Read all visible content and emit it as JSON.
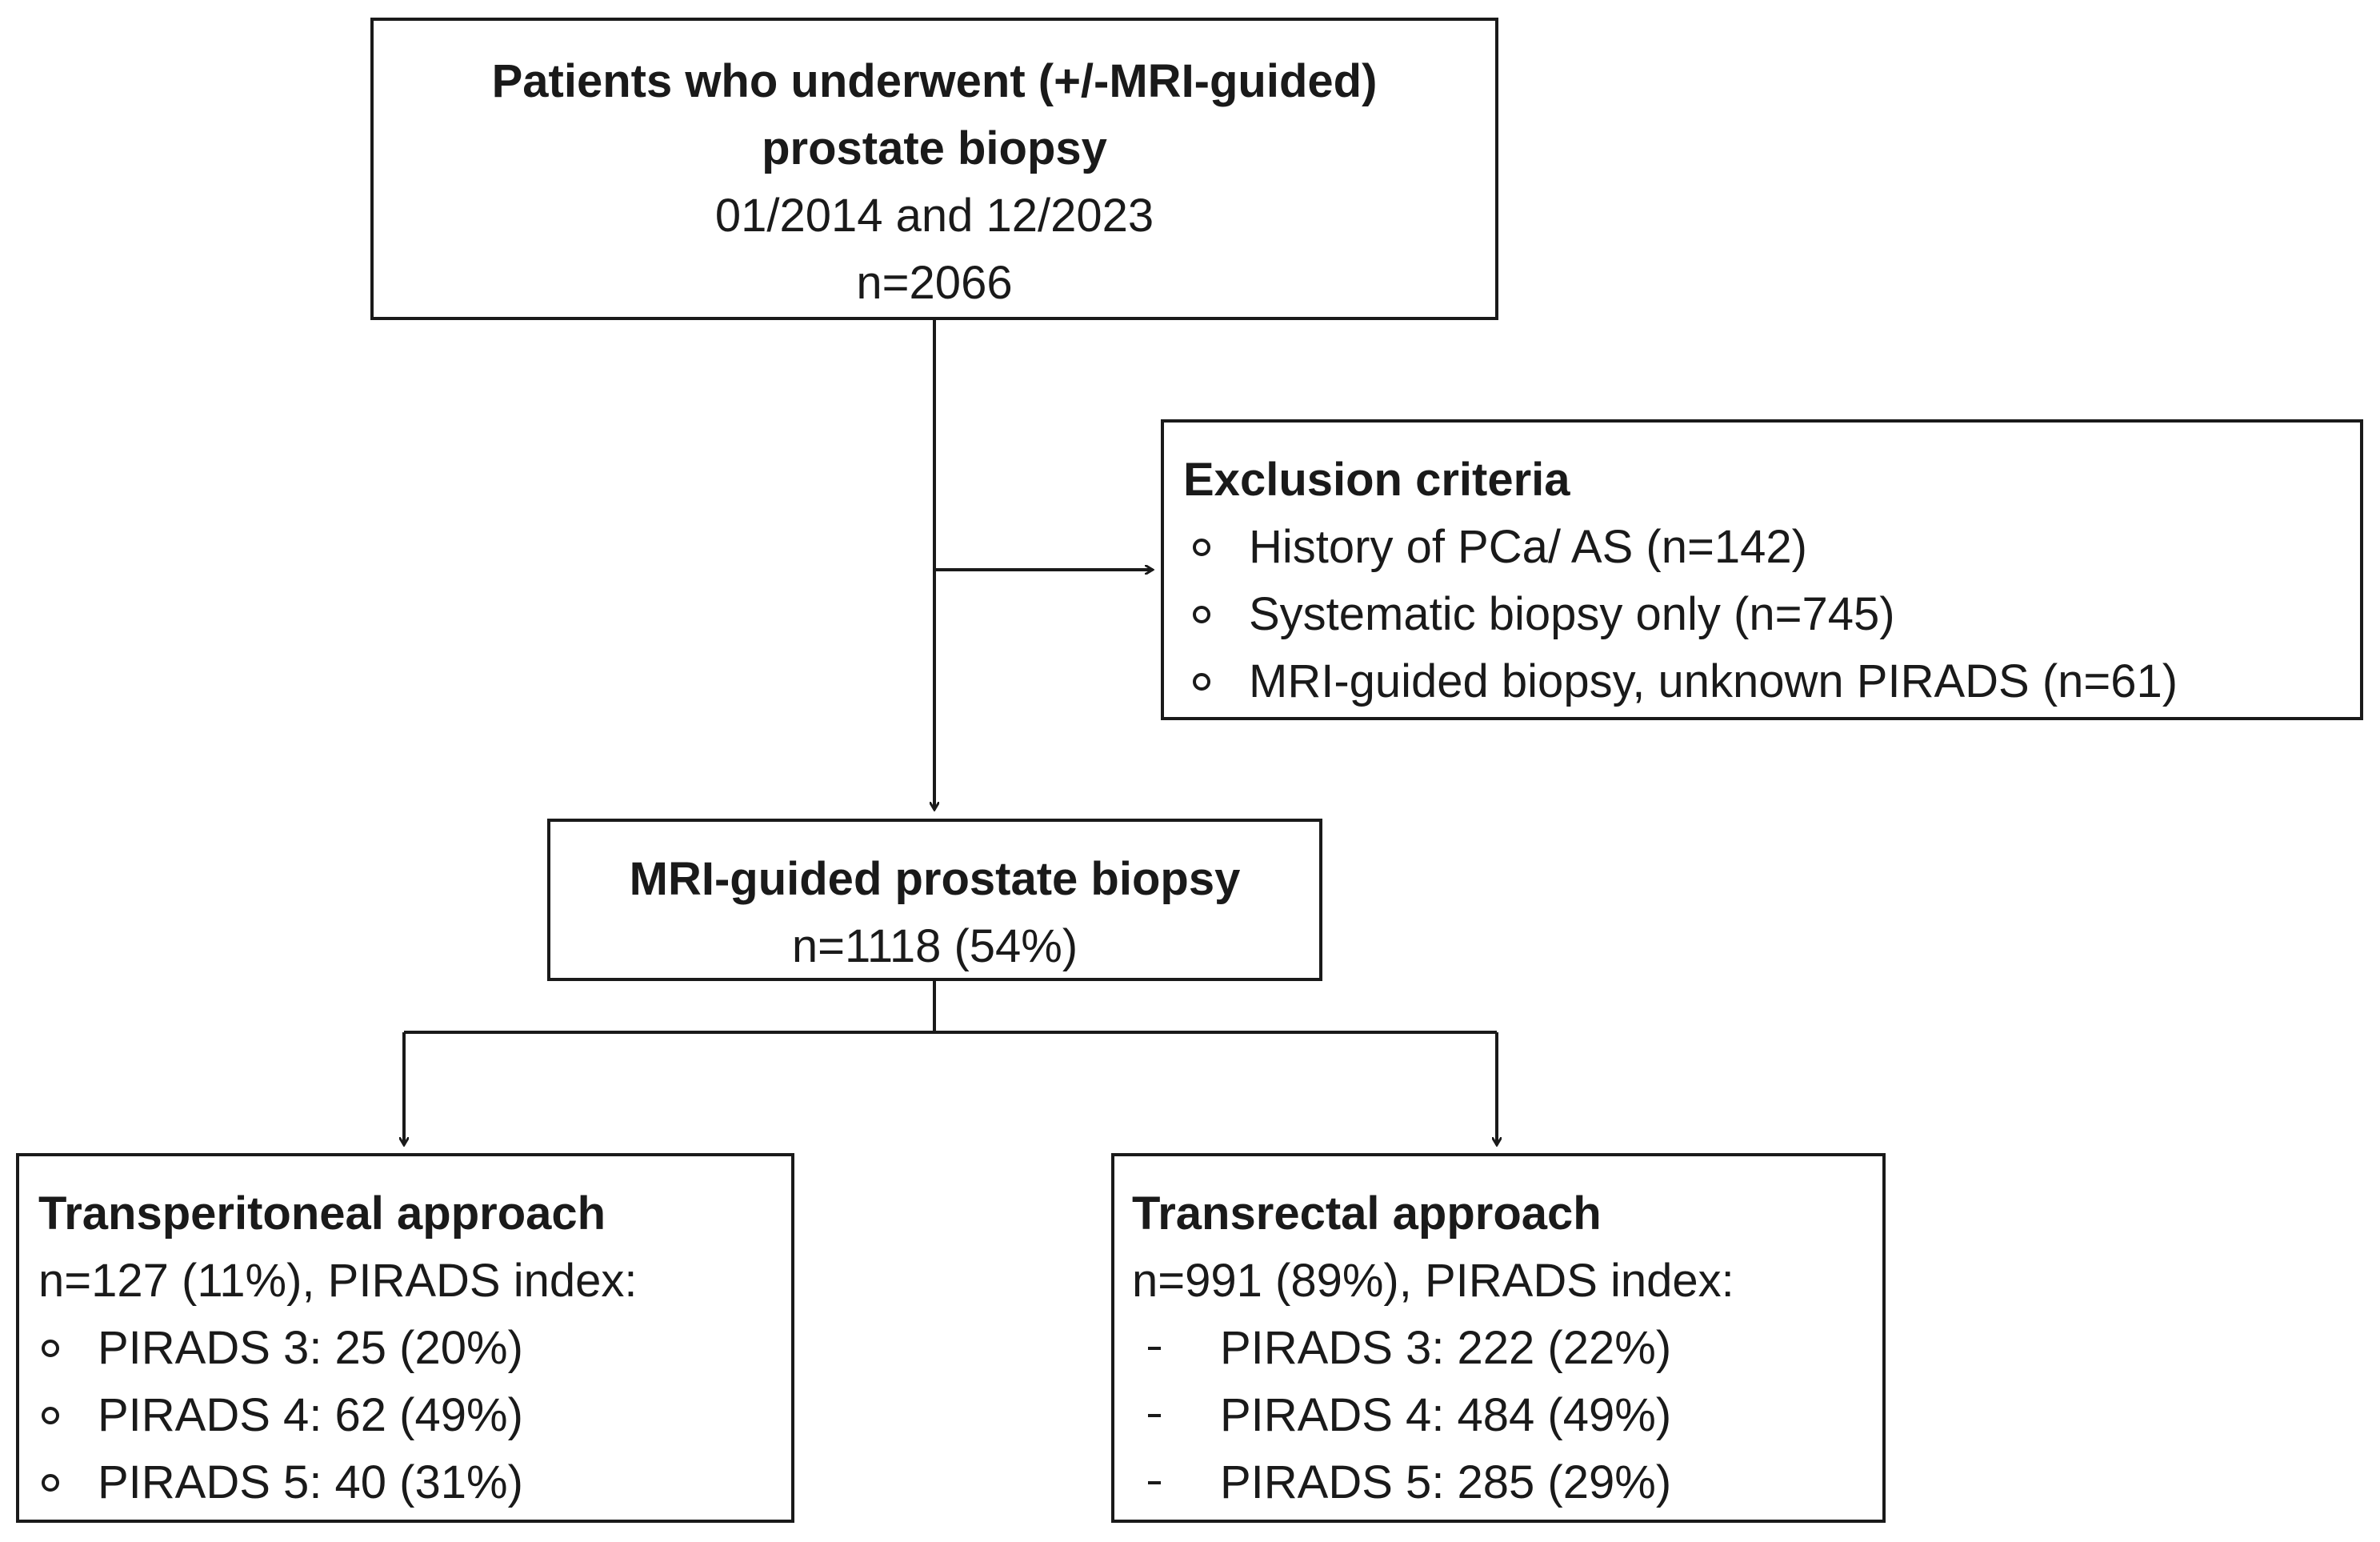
{
  "boxes": {
    "total": {
      "title_lines": [
        "Patients who underwent (+/-MRI-guided)",
        "prostate biopsy"
      ],
      "period": "01/2014 and 12/2023",
      "count": "n=2066"
    },
    "exclusion": {
      "title": "Exclusion criteria",
      "items": [
        "History of PCa/ AS (n=142)",
        "Systematic biopsy only (n=745)",
        "MRI-guided biopsy, unknown PIRADS (n=61)"
      ]
    },
    "mri_guided": {
      "title": "MRI-guided prostate biopsy",
      "count": "n=1118 (54%)"
    },
    "transperitoneal": {
      "title": "Transperitoneal approach",
      "summary": "n=127 (11%), PIRADS index:",
      "items": [
        "PIRADS 3: 25 (20%)",
        "PIRADS 4: 62 (49%)",
        "PIRADS 5: 40 (31%)"
      ]
    },
    "transrectal": {
      "title": "Transrectal approach",
      "summary": "n=991 (89%), PIRADS index:",
      "items": [
        "PIRADS 3: 222 (22%)",
        "PIRADS 4: 484 (49%)",
        "PIRADS 5: 285 (29%)"
      ]
    }
  },
  "colors": {
    "stroke": "#1a1a1a",
    "background": "#ffffff"
  }
}
